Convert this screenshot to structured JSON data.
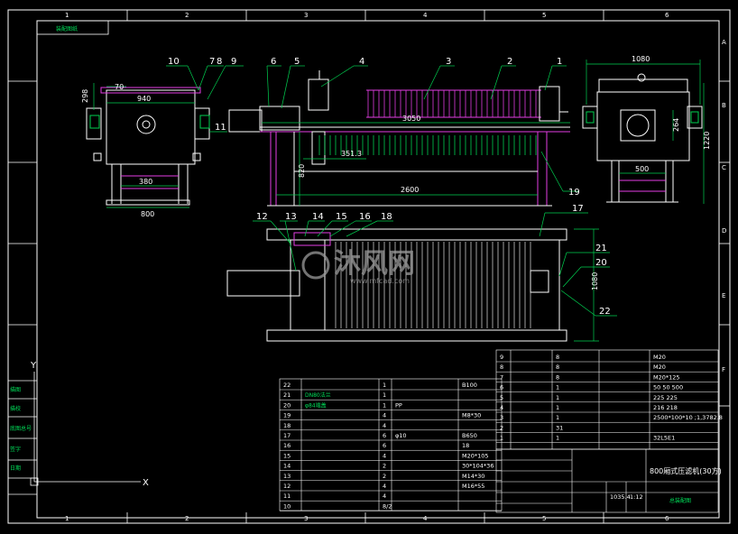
{
  "colors": {
    "background": "#000000",
    "frame": "#ffffff",
    "machine_line": "#ffffff",
    "magenta": "#e33ee3",
    "green": "#00d050",
    "cyan": "#00e0e0",
    "yellow": "#e6e600"
  },
  "grid": {
    "columns": [
      "1",
      "2",
      "3",
      "4",
      "5",
      "6"
    ],
    "rows": [
      "A",
      "B",
      "C",
      "D",
      "E",
      "F"
    ]
  },
  "corner_label": "装配图纸",
  "part_numbers": {
    "p1": "1",
    "p2": "2",
    "p3": "3",
    "p4": "4",
    "p5": "5",
    "p6": "6",
    "p7": "7",
    "p8": "8",
    "p9": "9",
    "p10": "10",
    "p11": "11",
    "p12": "12",
    "p13": "13",
    "p14": "14",
    "p15": "15",
    "p16": "16",
    "p17": "17",
    "p18": "18",
    "p19": "19",
    "p20": "20",
    "p21": "21",
    "p22": "22"
  },
  "dimensions": {
    "side_298": "298",
    "side_70": "70",
    "side_940": "940",
    "side_380": "380",
    "side_800": "800",
    "front_3050": "3050",
    "front_820": "820",
    "front_351": "351.3",
    "front_2600": "2600",
    "end_1080": "1080",
    "end_264": "264",
    "end_1220": "1220",
    "end_500": "500",
    "plan_1080": "1080"
  },
  "watermark": {
    "main": "沐风网",
    "sub": "www.mfcad.com"
  },
  "axis": {
    "x": "X",
    "y": "Y"
  },
  "left_strip": [
    "描图",
    "描校",
    "底图总号",
    "签字",
    "日期"
  ],
  "parts_list": [
    {
      "no": "22",
      "name": "",
      "qty": "1",
      "material": "",
      "note": "",
      "extra": "B100"
    },
    {
      "no": "21",
      "name": "DN80法兰",
      "qty": "1",
      "material": "",
      "note": "",
      "extra": ""
    },
    {
      "no": "20",
      "name": "φ84端盖",
      "qty": "1",
      "material": "PP",
      "note": "",
      "extra": ""
    },
    {
      "no": "19",
      "name": "",
      "qty": "4",
      "material": "",
      "note": "",
      "extra": "M8*30"
    },
    {
      "no": "18",
      "name": "",
      "qty": "4",
      "material": "",
      "note": "",
      "extra": ""
    },
    {
      "no": "17",
      "name": "",
      "qty": "6",
      "material": "φ10",
      "note": "",
      "extra": "B650"
    },
    {
      "no": "16",
      "name": "",
      "qty": "6",
      "material": "",
      "note": "",
      "extra": "18"
    },
    {
      "no": "15",
      "name": "",
      "qty": "4",
      "material": "",
      "note": "",
      "extra": "M20*105"
    },
    {
      "no": "14",
      "name": "",
      "qty": "2",
      "material": "",
      "note": "",
      "extra": "30*104*36"
    },
    {
      "no": "13",
      "name": "",
      "qty": "2",
      "material": "",
      "note": "",
      "extra": "M14*30"
    },
    {
      "no": "12",
      "name": "",
      "qty": "4",
      "material": "",
      "note": "",
      "extra": "M16*55"
    },
    {
      "no": "11",
      "name": "",
      "qty": "4",
      "material": "",
      "note": "",
      "extra": ""
    },
    {
      "no": "10",
      "name": "",
      "qty": "8/2",
      "material": "",
      "note": "",
      "extra": ""
    }
  ],
  "parts_list_upper": [
    {
      "no": "9",
      "name": "",
      "qty": "8",
      "extra": "M20"
    },
    {
      "no": "8",
      "name": "",
      "qty": "8",
      "extra": "M20"
    },
    {
      "no": "7",
      "name": "",
      "qty": "8",
      "extra": "M20*125"
    },
    {
      "no": "6",
      "name": "",
      "qty": "1",
      "extra": "50 50 500"
    },
    {
      "no": "5",
      "name": "",
      "qty": "1",
      "extra": "225 225"
    },
    {
      "no": "4",
      "name": "",
      "qty": "1",
      "extra": "216 218"
    },
    {
      "no": "3",
      "name": "",
      "qty": "1",
      "extra": "2500*100*10 ;1,3782.8"
    },
    {
      "no": "2",
      "name": "",
      "qty": "31",
      "extra": ""
    },
    {
      "no": "1",
      "name": "",
      "qty": "1",
      "extra": "32L5E1"
    }
  ],
  "title_block": {
    "drawing_title": "800厢式压滤机(30方)",
    "scale": "1:12",
    "sheet": "1035.4",
    "footer": "总装配图"
  }
}
